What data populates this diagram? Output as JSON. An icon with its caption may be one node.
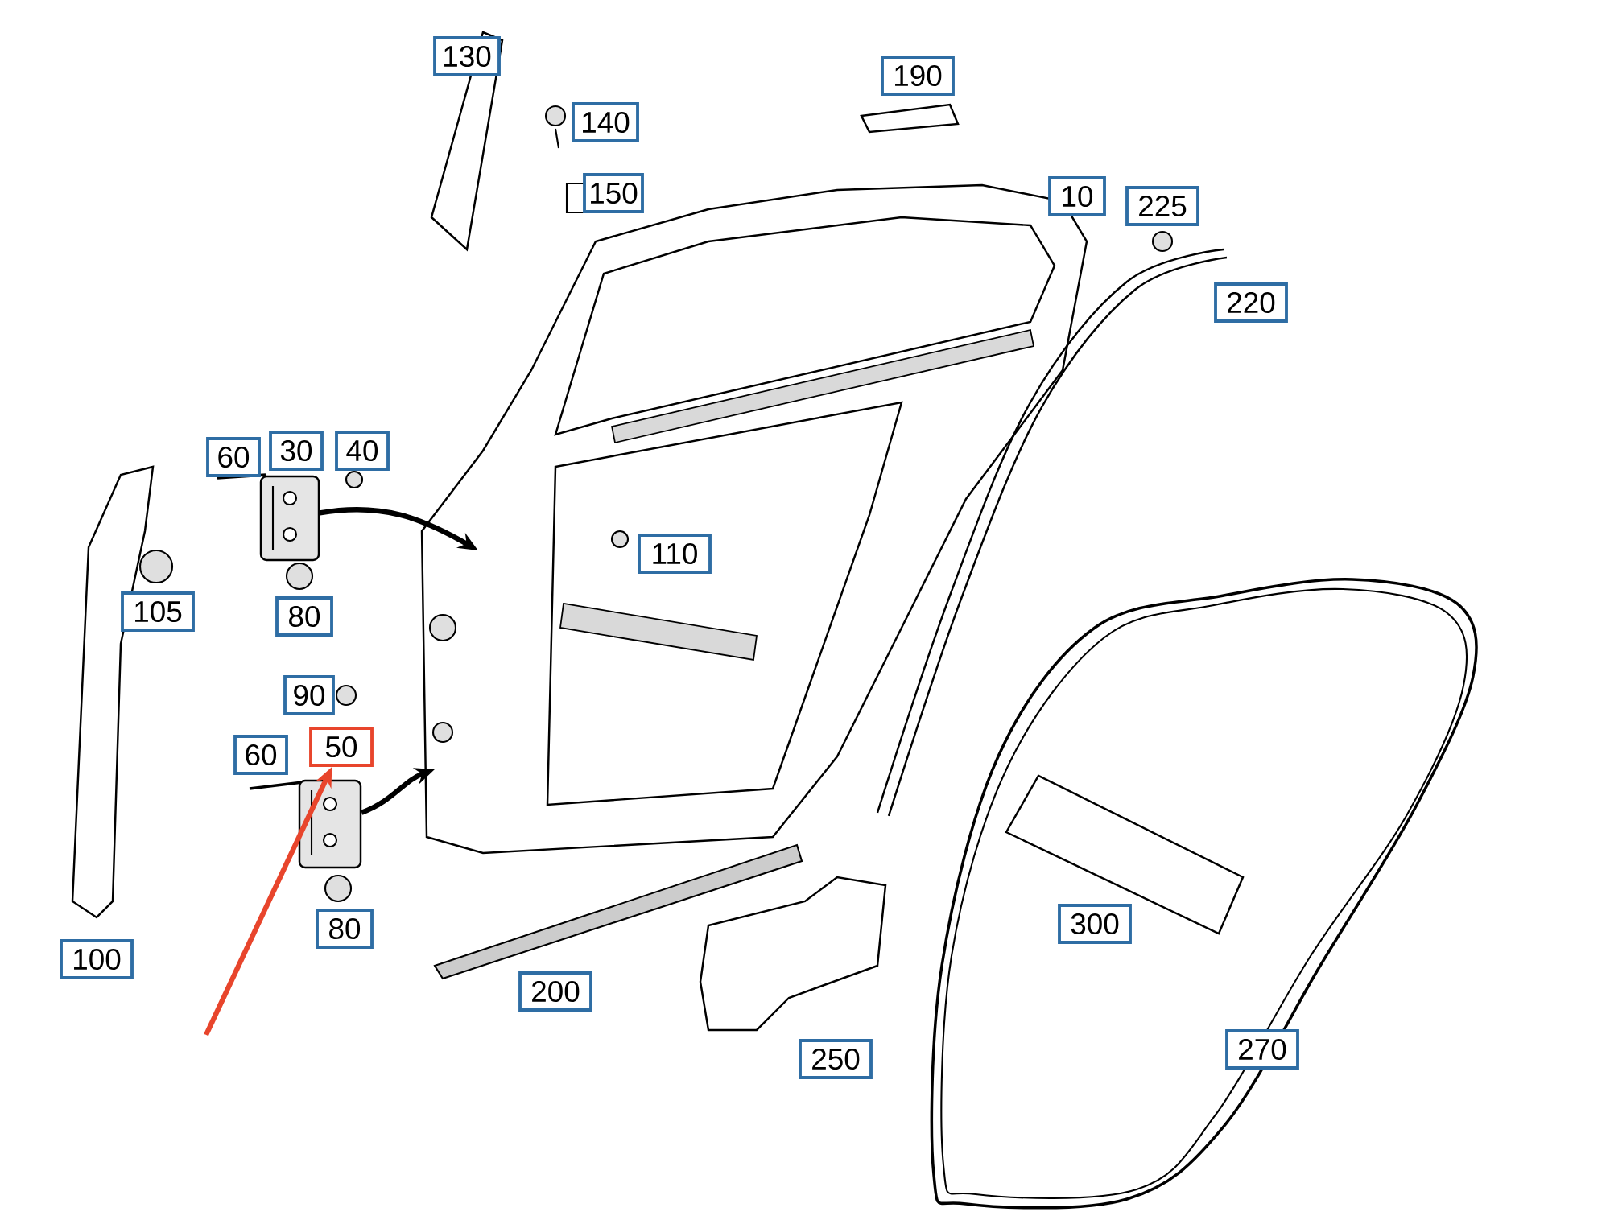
{
  "diagram": {
    "nodes": [
      {
        "text": [
          "130"
        ]
      },
      {
        "text": [
          "140"
        ]
      },
      {
        "text": [
          "190"
        ]
      },
      {
        "text": [
          "150"
        ]
      },
      {
        "text": [
          "10"
        ]
      },
      {
        "text": [
          "225"
        ]
      },
      {
        "text": [
          "220"
        ]
      },
      {
        "text": [
          "60"
        ]
      },
      {
        "text": [
          "30"
        ]
      },
      {
        "text": [
          "40"
        ]
      },
      {
        "text": [
          "110"
        ]
      },
      {
        "text": [
          "105"
        ]
      },
      {
        "text": [
          "80"
        ]
      },
      {
        "text": [
          "90"
        ]
      },
      {
        "text": [
          "60"
        ]
      },
      {
        "text": [
          "50"
        ]
      },
      {
        "text": [
          "300"
        ]
      },
      {
        "text": [
          "100"
        ]
      },
      {
        "text": [
          "80"
        ]
      },
      {
        "text": [
          "200"
        ]
      },
      {
        "text": [
          "270"
        ]
      },
      {
        "text": [
          "250"
        ]
      },
      {
        "text": [],
        "shape": "picture"
      },
      {
        "text": [],
        "shape": "picture"
      }
    ],
    "edges": [
      {
        "from": 22,
        "to": null,
        "arrow": "to"
      },
      {
        "from": 23,
        "to": null,
        "arrow": "to"
      },
      {
        "from": null,
        "to": 15,
        "arrow": "to",
        "color": "#e8452c"
      }
    ]
  }
}
